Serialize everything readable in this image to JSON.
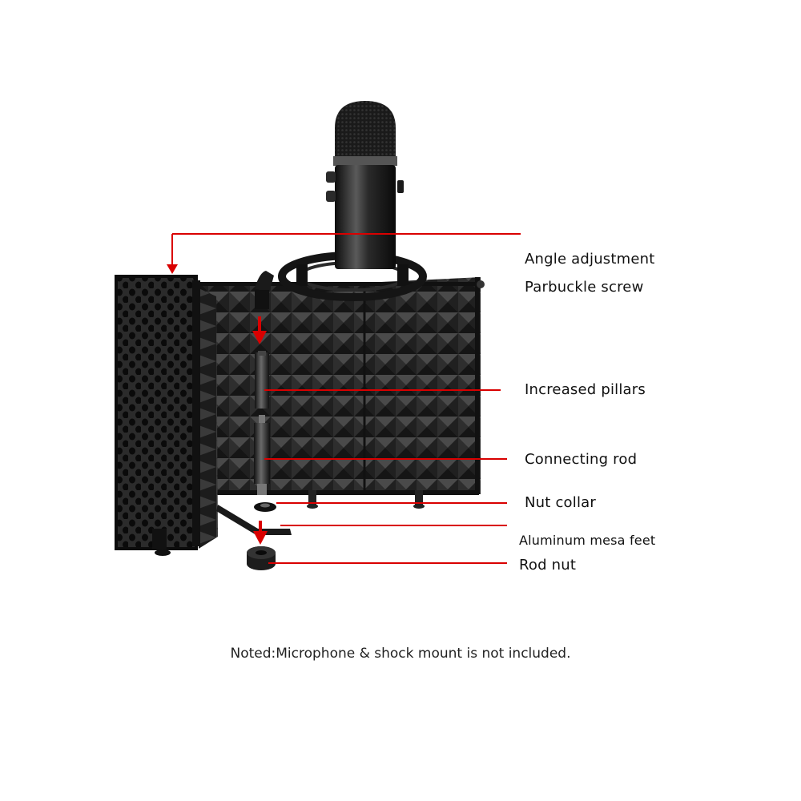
{
  "labels": {
    "angle_adjustment": "Angle adjustment",
    "parbuckle_screw": "Parbuckle screw",
    "increased_pillars": "Increased pillars",
    "connecting_rod": "Connecting rod",
    "nut_collar": "Nut collar",
    "aluminum_mesa_feet": "Aluminum mesa feet",
    "rod_nut": "Rod nut"
  },
  "note": "Noted:Microphone & shock mount is not included.",
  "colors": {
    "leader_line": "#d90000",
    "background": "#ffffff",
    "product": "#1a1a1a"
  }
}
